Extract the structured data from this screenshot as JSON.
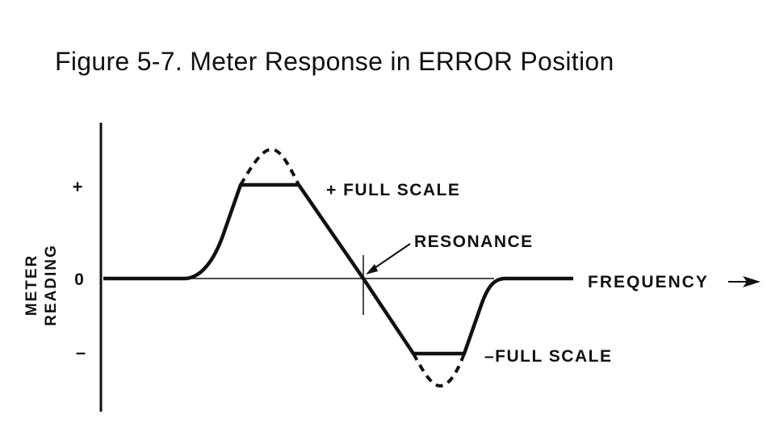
{
  "figure": {
    "title": "Figure 5-7.  Meter Response in ERROR Position"
  },
  "axes": {
    "y_label_line1": "METER",
    "y_label_line2": "READING",
    "y_tick_plus": "+",
    "y_tick_zero": "0",
    "y_tick_minus": "–",
    "x_label": "FREQUENCY"
  },
  "annotations": {
    "plus_full_scale": "+ FULL SCALE",
    "minus_full_scale": "–FULL SCALE",
    "resonance": "RESONANCE"
  },
  "colors": {
    "ink": "#111111",
    "background": "#ffffff"
  },
  "icons": {
    "x_axis_arrow": "arrow-right-icon",
    "resonance_pointer": "arrow-pointer-icon"
  }
}
